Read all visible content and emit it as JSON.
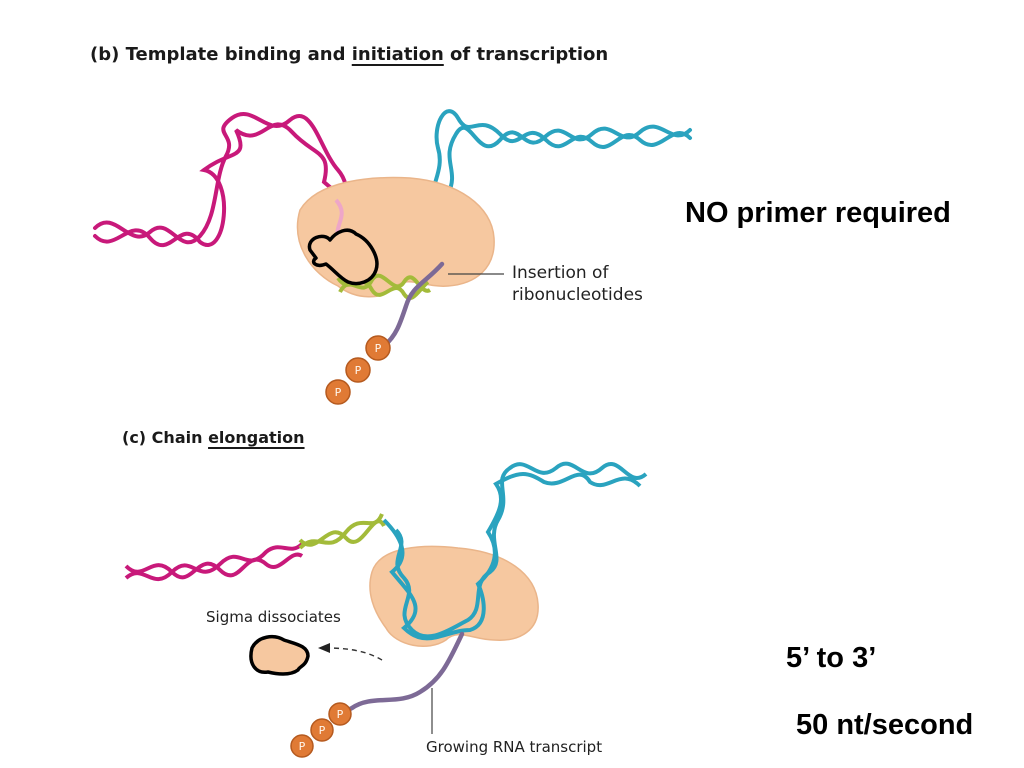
{
  "panel_b": {
    "prefix": "(b) Template binding and ",
    "emphasis": "initiation",
    "suffix": " of transcription",
    "callout_line1": "Insertion of",
    "callout_line2": "ribonucleotides",
    "phosphate_label": "P"
  },
  "panel_c": {
    "prefix": "(c) Chain ",
    "emphasis": "elongation",
    "sigma_label": "Sigma dissociates",
    "transcript_label": "Growing RNA transcript",
    "phosphate_label": "P"
  },
  "notes": {
    "primer": "NO primer required",
    "direction": "5’ to 3’",
    "rate": "50 nt/second"
  },
  "colors": {
    "dna_strand_a": "#c8197a",
    "dna_strand_b": "#2aa3bf",
    "open_bubble": "#a3bb3a",
    "polymerase": "#f6c8a0",
    "rna": "#7d6a96",
    "phosphate": "#e07a35"
  }
}
